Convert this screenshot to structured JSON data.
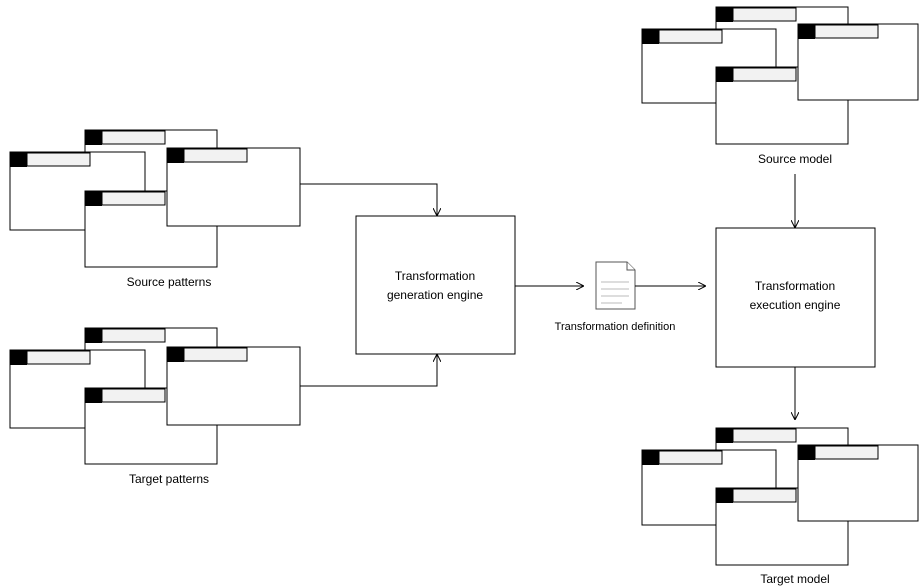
{
  "source_patterns_label": "Source patterns",
  "target_patterns_label": "Target patterns",
  "generation_engine": {
    "line1": "Transformation",
    "line2": "generation engine"
  },
  "transformation_definition_label": "Transformation definition",
  "execution_engine": {
    "line1": "Transformation",
    "line2": "execution engine"
  },
  "source_model_label": "Source model",
  "target_model_label": "Target model",
  "colors": {
    "stroke": "#000000",
    "title_block": "#000000",
    "title_bar": "#f2f2f2",
    "background": "#ffffff"
  },
  "icons": {
    "window_stack": "window-stack-icon",
    "document": "document-icon"
  }
}
